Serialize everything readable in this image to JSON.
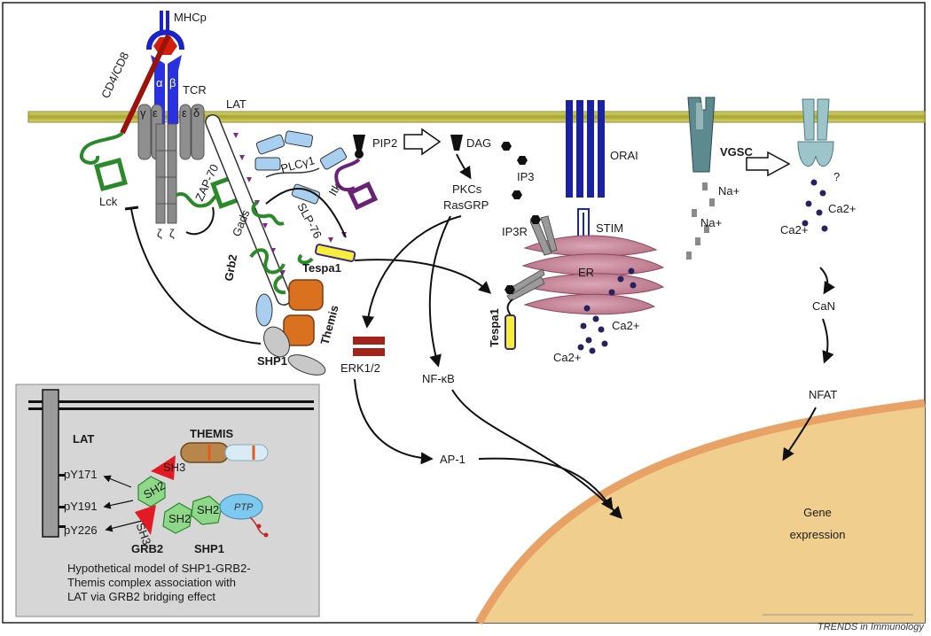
{
  "membrane": {
    "color": "#b5b33a"
  },
  "tcr_complex": {
    "mhcp": "MHCp",
    "coreceptor": "CD4/CD8",
    "alpha": "α",
    "beta": "β",
    "tcr": "TCR",
    "gamma": "γ",
    "epsilon_left": "ε",
    "epsilon_right": "ε",
    "delta": "δ",
    "zeta_left": "ζ",
    "zeta_right": "ζ",
    "lck": "Lck",
    "zap70": "ZAP-70"
  },
  "signalosome": {
    "lat": "LAT",
    "plcg1": "PLCγ1",
    "itk": "Itk",
    "slp76": "SLP-76",
    "gads": "Gads",
    "grb2": "Grb2",
    "tespa1": "Tespa1",
    "themis": "Themis",
    "shp1": "SHP1"
  },
  "second_messengers": {
    "pip2": "PIP2",
    "dag": "DAG",
    "ip3": "IP3",
    "ip3r": "IP3R",
    "pkcs": "PKCs",
    "rasgrp": "RasGRP",
    "erk": "ERK1/2",
    "nfkb": "NF-κB",
    "ap1": "AP-1"
  },
  "calcium": {
    "orai": "ORAI",
    "stim": "STIM",
    "er": "ER",
    "tespa1_er": "Tespa1",
    "ca_er1": "Ca2+",
    "ca_er2": "Ca2+",
    "vgsc": "VGSC",
    "question": "?",
    "na1": "Na+",
    "na2": "Na+",
    "ca_ch1": "Ca2+",
    "ca_ch2": "Ca2+",
    "can": "CaN",
    "nfat": "NFAT"
  },
  "nucleus": {
    "gene_line1": "Gene",
    "gene_line2": "expression",
    "color": "#f0cf8e"
  },
  "inset": {
    "lat": "LAT",
    "themis": "THEMIS",
    "sh3_top": "SH3",
    "sh3_bottom": "SH3",
    "sh2_grb2": "SH2",
    "sh2_a": "SH2",
    "sh2_b": "SH2",
    "ptp": "PTP",
    "grb2": "GRB2",
    "shp1": "SHP1",
    "py171": "pY171",
    "py191": "pY191",
    "py226": "pY226",
    "caption_line1": "Hypothetical model of SHP1-GRB2-",
    "caption_line2": "Themis complex association  with",
    "caption_line3": "LAT  via  GRB2 bridging effect"
  },
  "footer": {
    "journal": "TRENDS in Immunology"
  }
}
